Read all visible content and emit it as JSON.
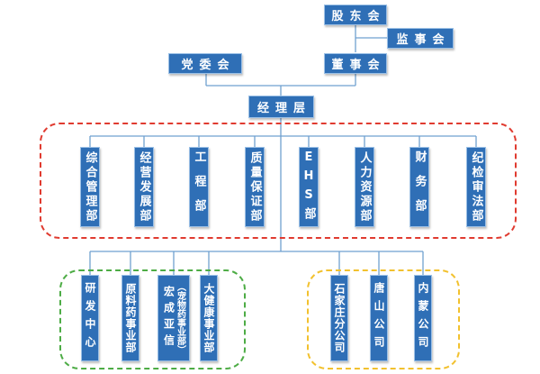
{
  "top": {
    "shareholders": "股东会",
    "supervisors": "监事会",
    "party_committee": "党委会",
    "board": "董事会",
    "management": "经理层"
  },
  "departments": [
    "综合管理部",
    "经营发展部",
    "工程部",
    "质量保证部",
    "EHS部",
    "人力资源部",
    "财务部",
    "纪检审法部"
  ],
  "group_green": [
    "研发中心",
    "原料药事业部",
    "宏成亚信",
    "（宠物药事业部）",
    "大健康事业部"
  ],
  "group_yellow": [
    "石家庄分公司",
    "唐山公司",
    "内蒙公司"
  ],
  "colors": {
    "box_fill": "#2f6fb6",
    "box_border": "#9bc0e6",
    "line": "#6fa0d0",
    "dash_red": "#e03b30",
    "dash_green": "#4dac45",
    "dash_yellow": "#f2c12e"
  }
}
